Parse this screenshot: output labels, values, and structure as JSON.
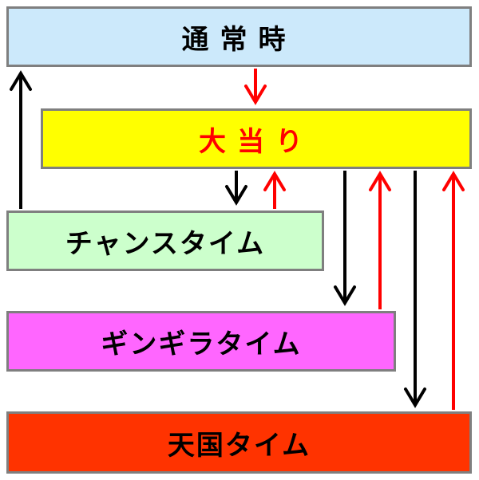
{
  "states": {
    "normal": {
      "label": "通常時",
      "fill": "#cce9fb",
      "text_color": "#000000"
    },
    "jackpot": {
      "label": "大当り",
      "fill": "#ffff00",
      "text_color": "#ff0000"
    },
    "chance": {
      "label": "チャンスタイム",
      "fill": "#ccffcc",
      "text_color": "#000000"
    },
    "gingira": {
      "label": "ギンギラタイム",
      "fill": "#ff66ff",
      "text_color": "#000000"
    },
    "heaven": {
      "label": "天国タイム",
      "fill": "#ff3300",
      "text_color": "#000000"
    }
  },
  "arrow_colors": {
    "forward": "#000000",
    "return": "#ff0000"
  },
  "transitions": [
    {
      "from": "normal",
      "to": "jackpot",
      "color": "return"
    },
    {
      "from": "jackpot",
      "to": "chance",
      "color": "forward"
    },
    {
      "from": "chance",
      "to": "jackpot",
      "color": "return"
    },
    {
      "from": "jackpot",
      "to": "gingira",
      "color": "forward"
    },
    {
      "from": "gingira",
      "to": "jackpot",
      "color": "return"
    },
    {
      "from": "jackpot",
      "to": "heaven",
      "color": "forward"
    },
    {
      "from": "heaven",
      "to": "jackpot",
      "color": "return"
    },
    {
      "from": "chance",
      "to": "normal",
      "color": "forward"
    }
  ]
}
